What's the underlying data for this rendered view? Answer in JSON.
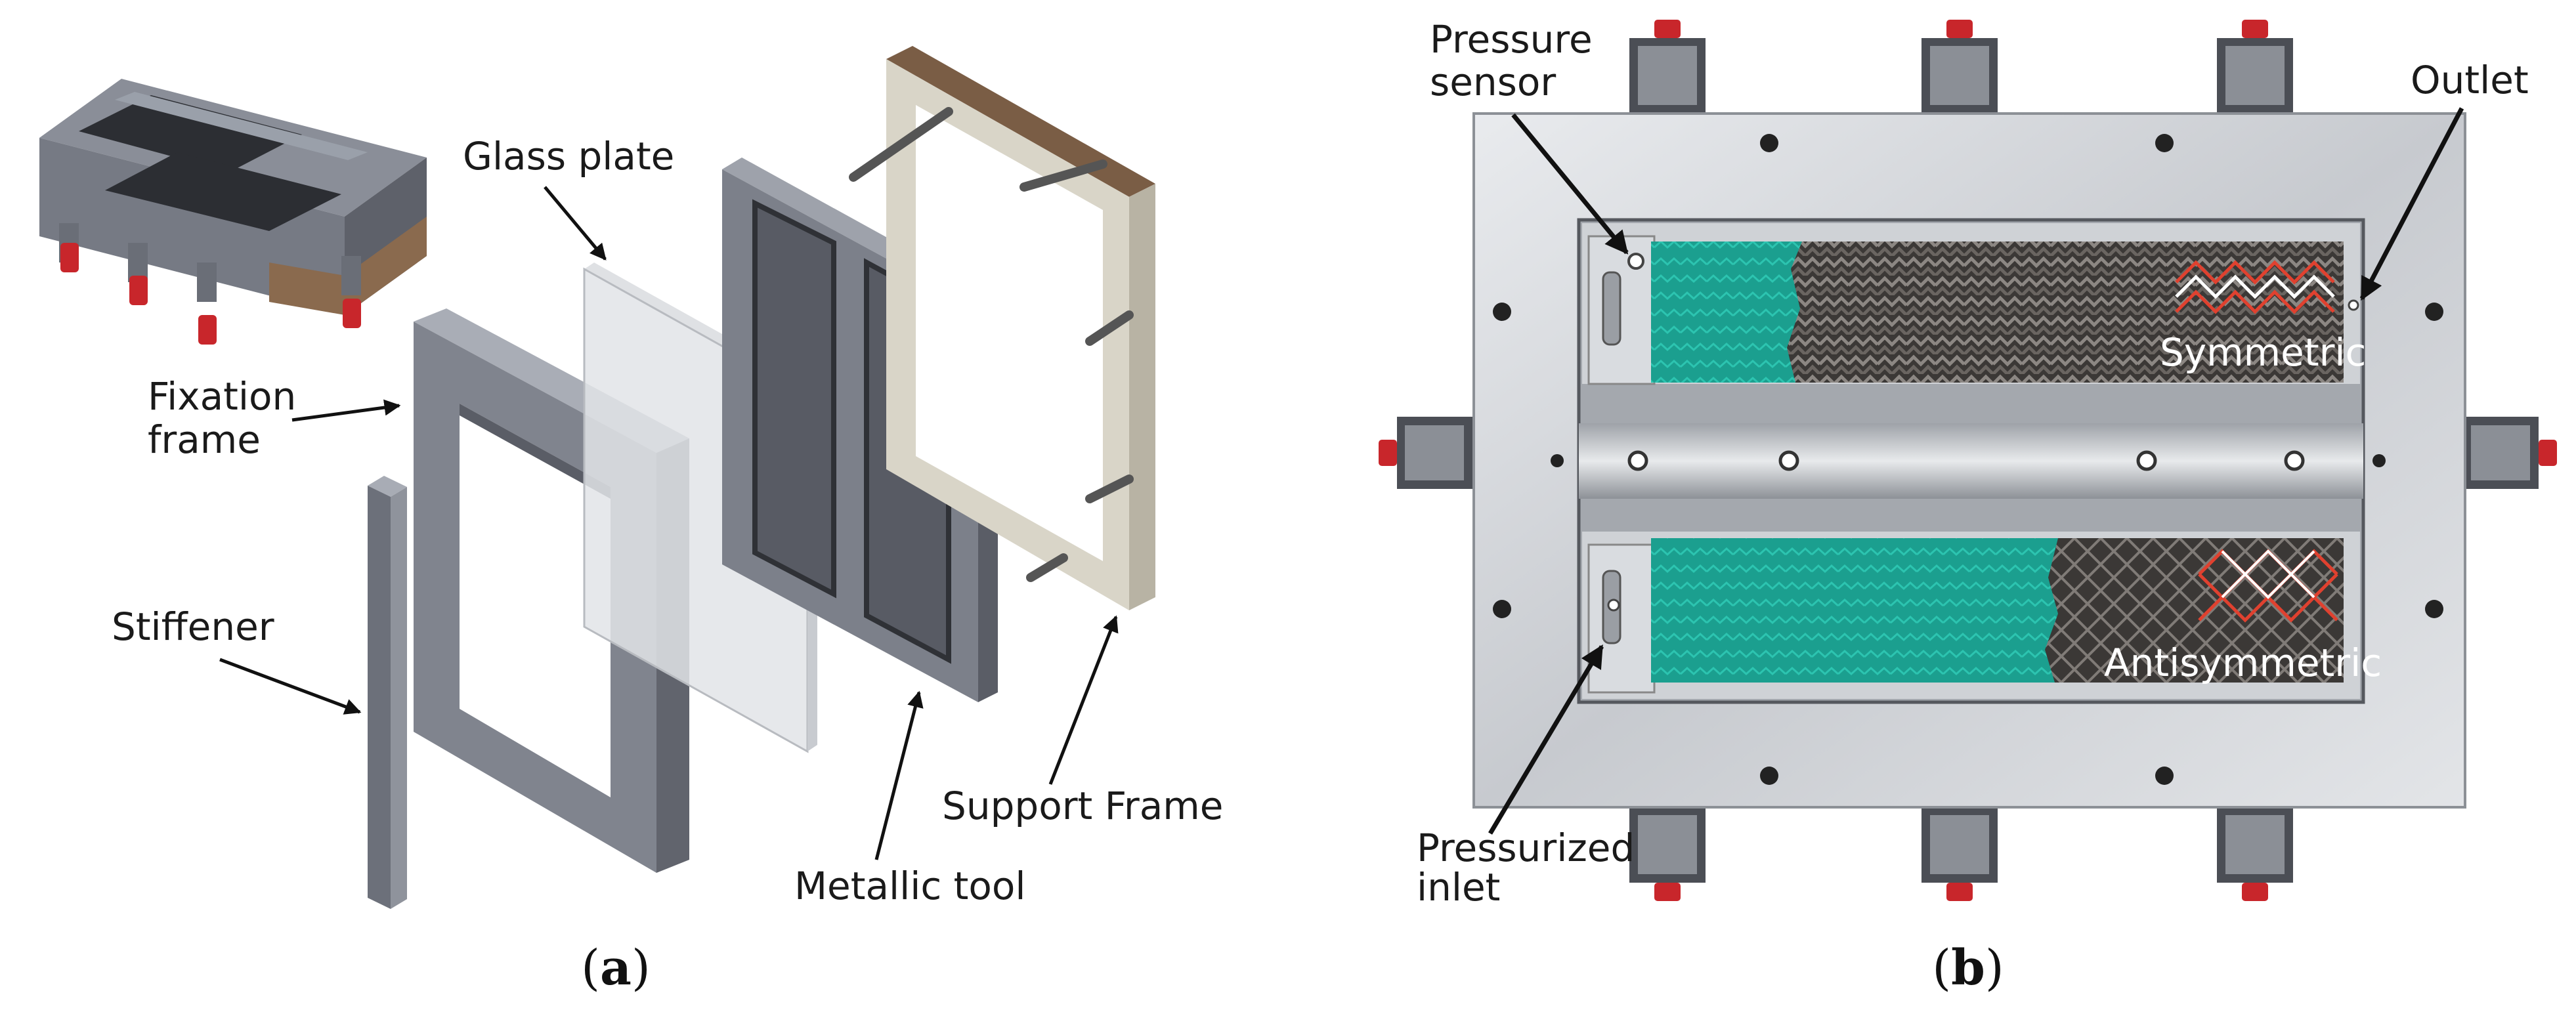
{
  "panel_a": {
    "caption_open": "(",
    "caption_letter": "a",
    "caption_close": ")",
    "labels": {
      "glass_plate": "Glass plate",
      "fixation_line1": "Fixation",
      "fixation_line2": "frame",
      "stiffener": "Stiffener",
      "support_frame": "Support Frame",
      "metallic_tool": "Metallic tool"
    }
  },
  "panel_b": {
    "caption_open": "(",
    "caption_letter": "b",
    "caption_close": ")",
    "labels": {
      "pressure_line1": "Pressure",
      "pressure_line2": "sensor",
      "outlet": "Outlet",
      "symmetric": "Symmetric",
      "antisymmetric": "Antisymmetric",
      "inlet_line1": "Pressurized",
      "inlet_line2": "inlet"
    }
  },
  "colors": {
    "steel": "#8a8e9a",
    "steel_dark": "#5d616c",
    "fabric": "#3d3a38",
    "resin": "#1a9e8e",
    "clamp_red": "#c8262b",
    "pattern_red": "#e0412f"
  }
}
